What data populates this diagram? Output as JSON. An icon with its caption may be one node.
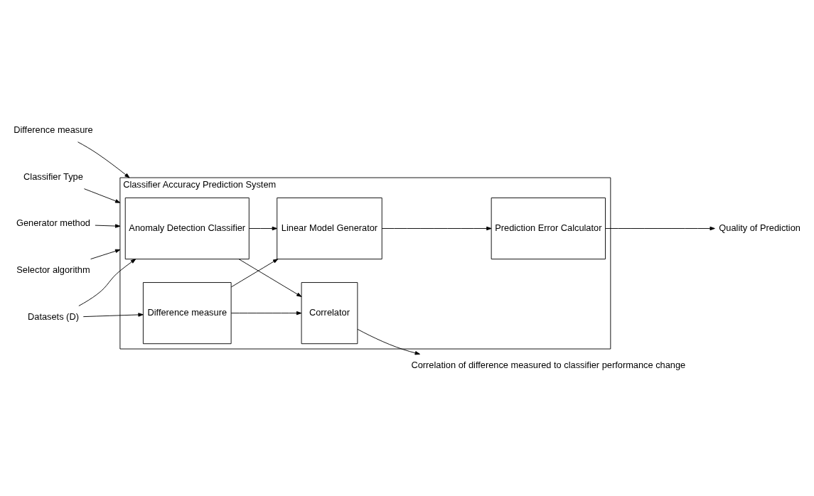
{
  "diagram": {
    "nodes": [
      {
        "text": [
          "Generator method"
        ]
      },
      {
        "text": [
          "Selector algorithm"
        ]
      },
      {
        "text": [
          "Difference measure"
        ]
      },
      {
        "text": [
          "Classifier Type"
        ]
      },
      {
        "text": [
          "Classifier Accuracy Prediction System"
        ]
      },
      {
        "text": [
          "Anomaly Detection Classifier"
        ],
        "in": 4
      },
      {
        "text": [
          "Correlator"
        ],
        "in": 4
      },
      {
        "text": [
          "Datasets (D)"
        ]
      },
      {
        "text": [
          "Difference measure"
        ],
        "in": 4
      },
      {
        "text": [
          "Linear Model Generator"
        ],
        "in": 4
      },
      {
        "text": [
          "Prediction Error Calculator"
        ],
        "in": 4
      },
      {
        "text": [
          "Correlation of difference measured to classifier performance change"
        ]
      },
      {
        "text": [
          "Quality of Prediction"
        ]
      }
    ],
    "edges": [
      {
        "from": 0,
        "to": 4,
        "arrow": "to"
      },
      {
        "from": 1,
        "to": 4,
        "arrow": "to"
      },
      {
        "from": 2,
        "to": 4,
        "arrow": "to"
      },
      {
        "from": 3,
        "to": 4,
        "arrow": "to"
      },
      {
        "from": 7,
        "to": 5,
        "arrow": "to"
      },
      {
        "from": 7,
        "to": 8,
        "arrow": "to"
      },
      {
        "from": 5,
        "to": 6,
        "arrow": "to"
      },
      {
        "from": 5,
        "to": 9,
        "arrow": "to"
      },
      {
        "from": 8,
        "to": 6,
        "arrow": "to"
      },
      {
        "from": 8,
        "to": 9,
        "arrow": "to"
      },
      {
        "from": 6,
        "to": 11,
        "arrow": "to"
      },
      {
        "from": 9,
        "to": 10,
        "arrow": "to"
      },
      {
        "from": 10,
        "to": 12,
        "arrow": "to"
      }
    ]
  }
}
